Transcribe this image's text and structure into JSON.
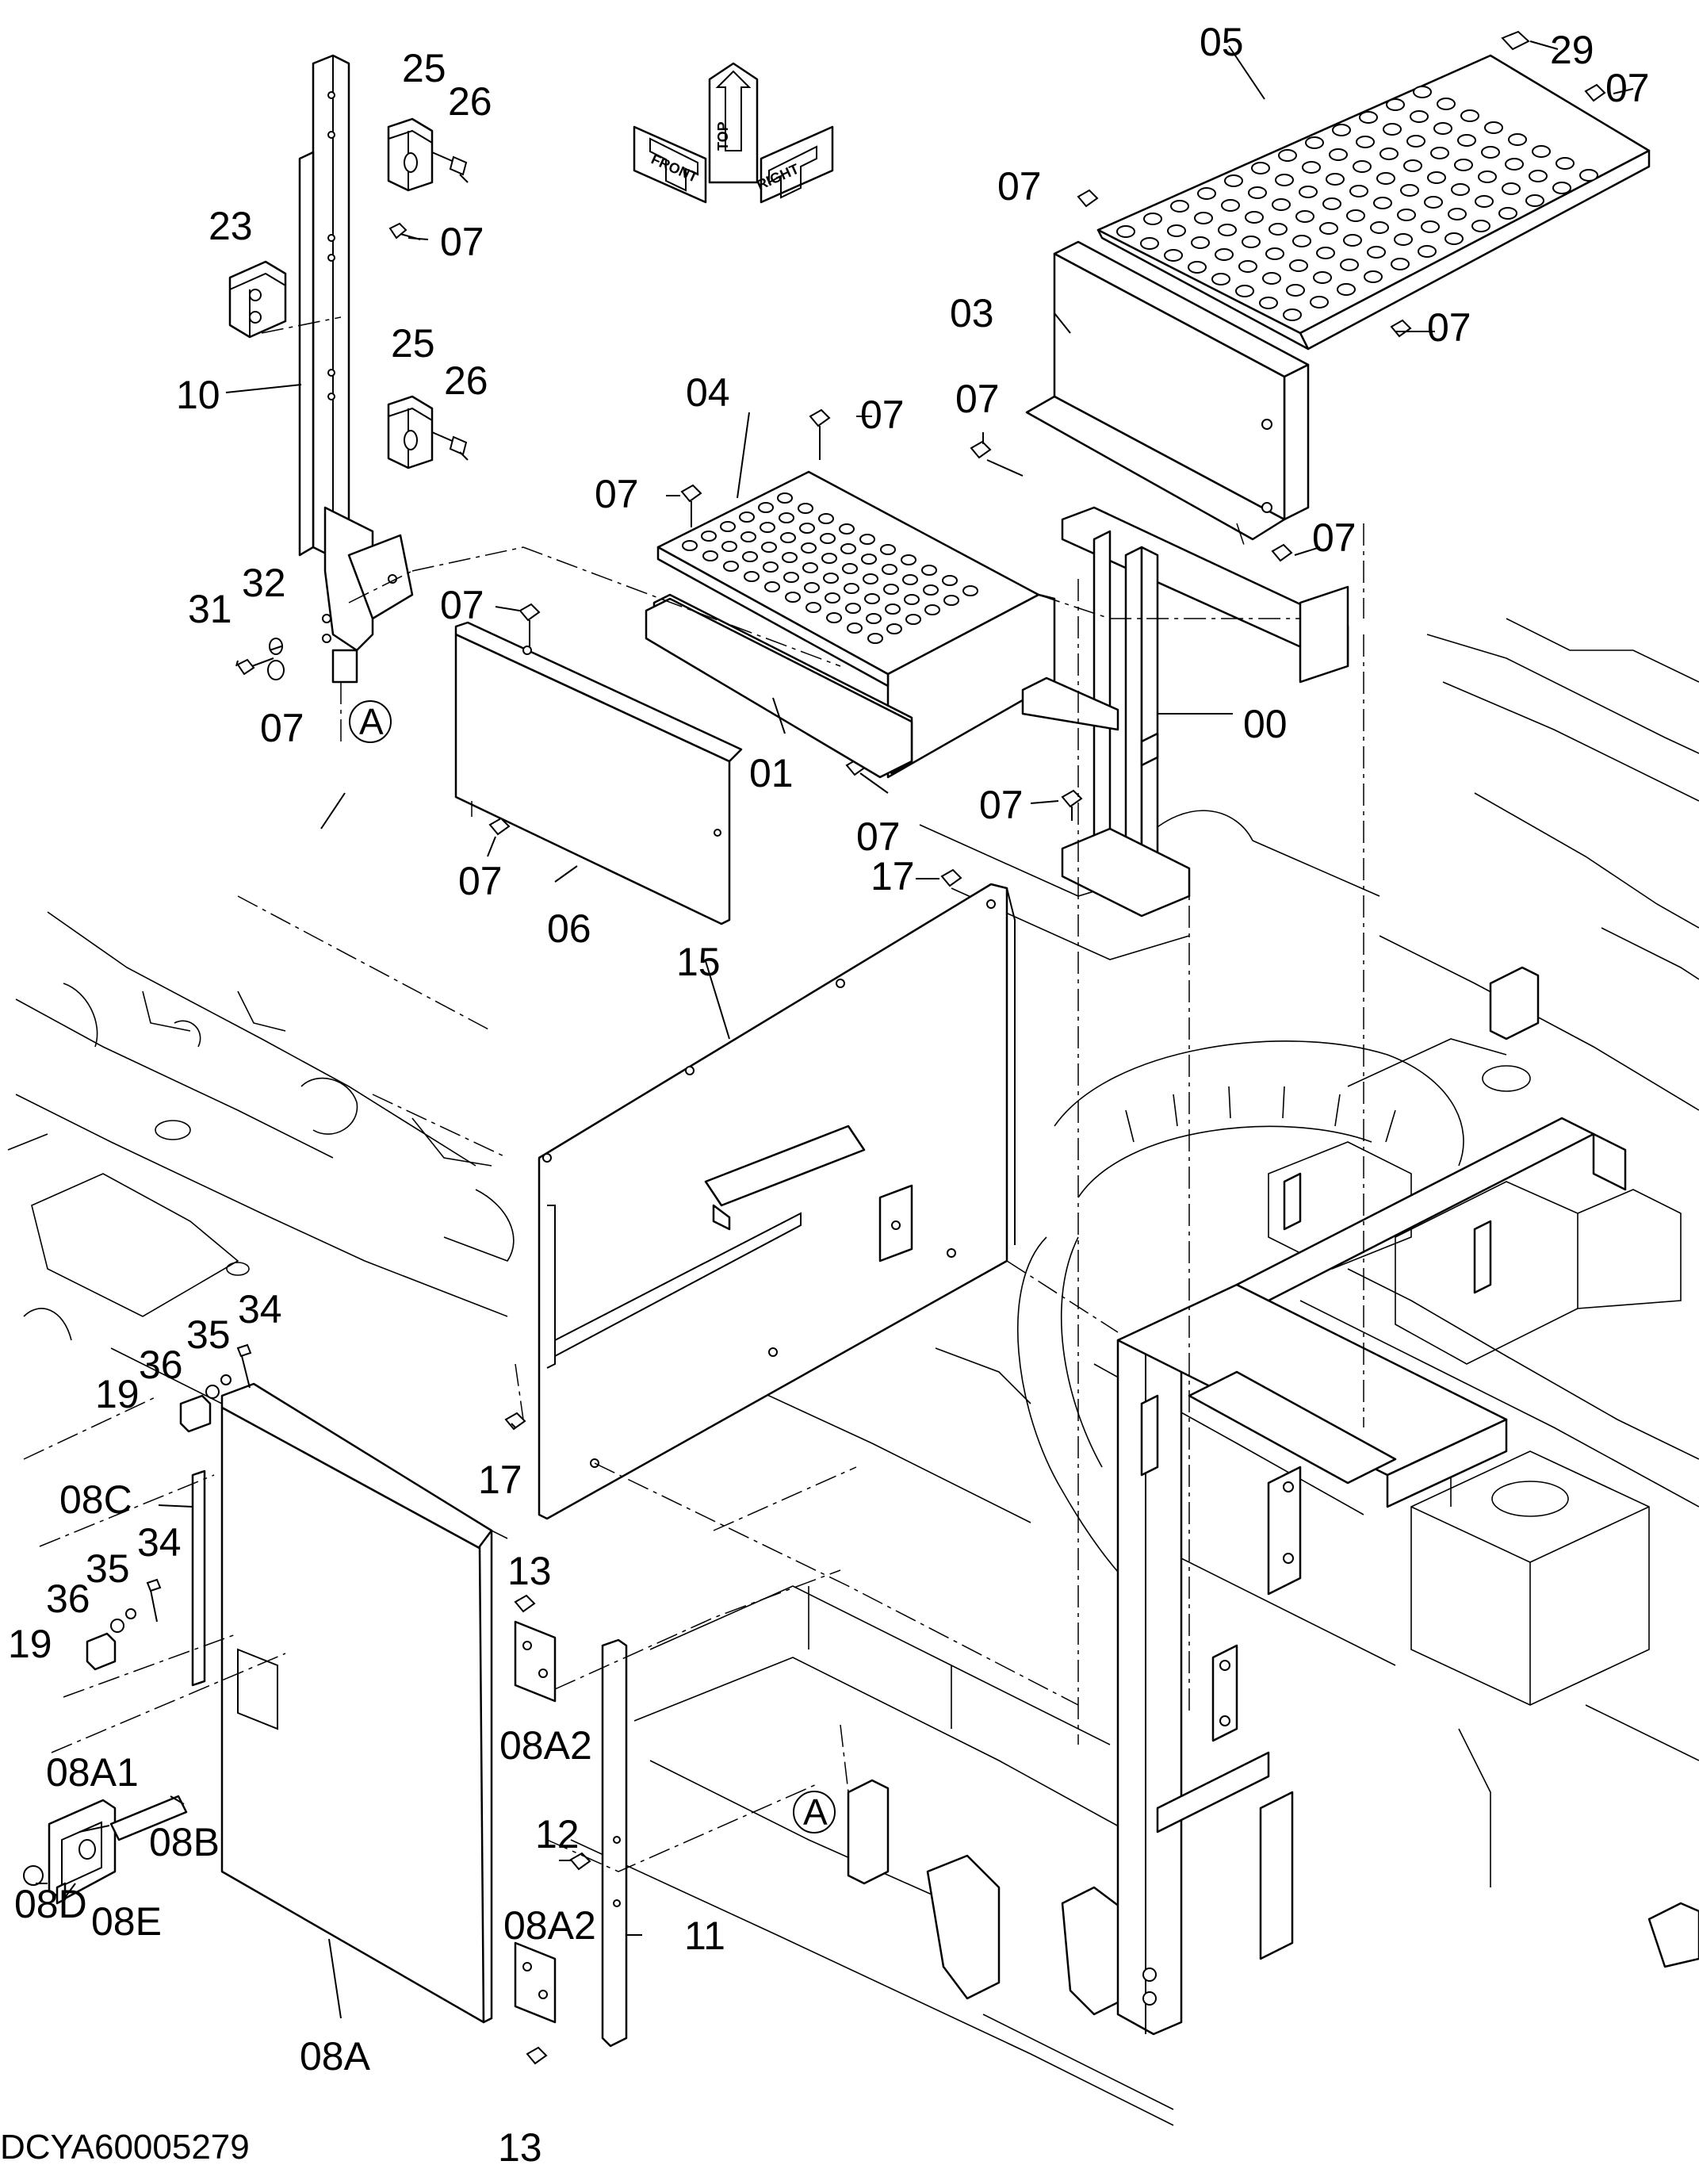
{
  "drawing_code": "DCYA60005279",
  "orientation": {
    "front": "FRONT",
    "top": "TOP",
    "right": "RIGHT"
  },
  "callouts": {
    "c00": "00",
    "c01": "01",
    "c03": "03",
    "c04": "04",
    "c05": "05",
    "c06": "06",
    "c07": "07",
    "c08A": "08A",
    "c08A1": "08A1",
    "c08A2": "08A2",
    "c08B": "08B",
    "c08C": "08C",
    "c08D": "08D",
    "c08E": "08E",
    "c10": "10",
    "c11": "11",
    "c12": "12",
    "c13": "13",
    "c15": "15",
    "c17": "17",
    "c19": "19",
    "c23": "23",
    "c25": "25",
    "c26": "26",
    "c29": "29",
    "c31": "31",
    "c32": "32",
    "c34": "34",
    "c35": "35",
    "c36": "36",
    "ref_A": "A"
  }
}
